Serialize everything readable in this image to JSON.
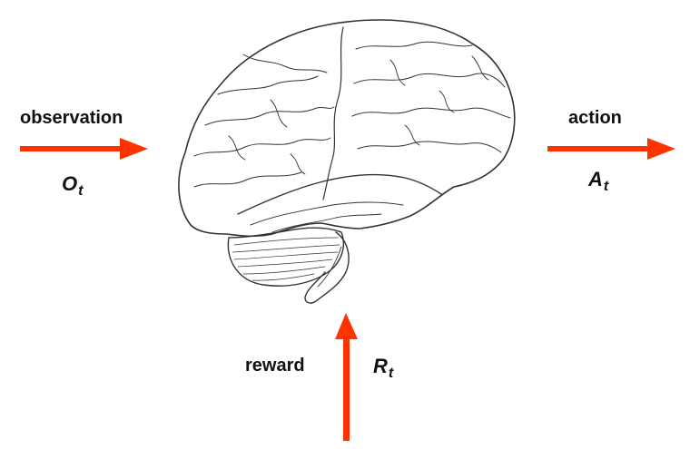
{
  "observation": {
    "word": "observation",
    "symbol": "O",
    "subscript": "t"
  },
  "action": {
    "word": "action",
    "symbol": "A",
    "subscript": "t"
  },
  "reward": {
    "word": "reward",
    "symbol": "R",
    "subscript": "t"
  },
  "colors": {
    "arrow": "#ff3300",
    "ink": "#333333"
  },
  "icons": {
    "center": "brain-illustration"
  }
}
